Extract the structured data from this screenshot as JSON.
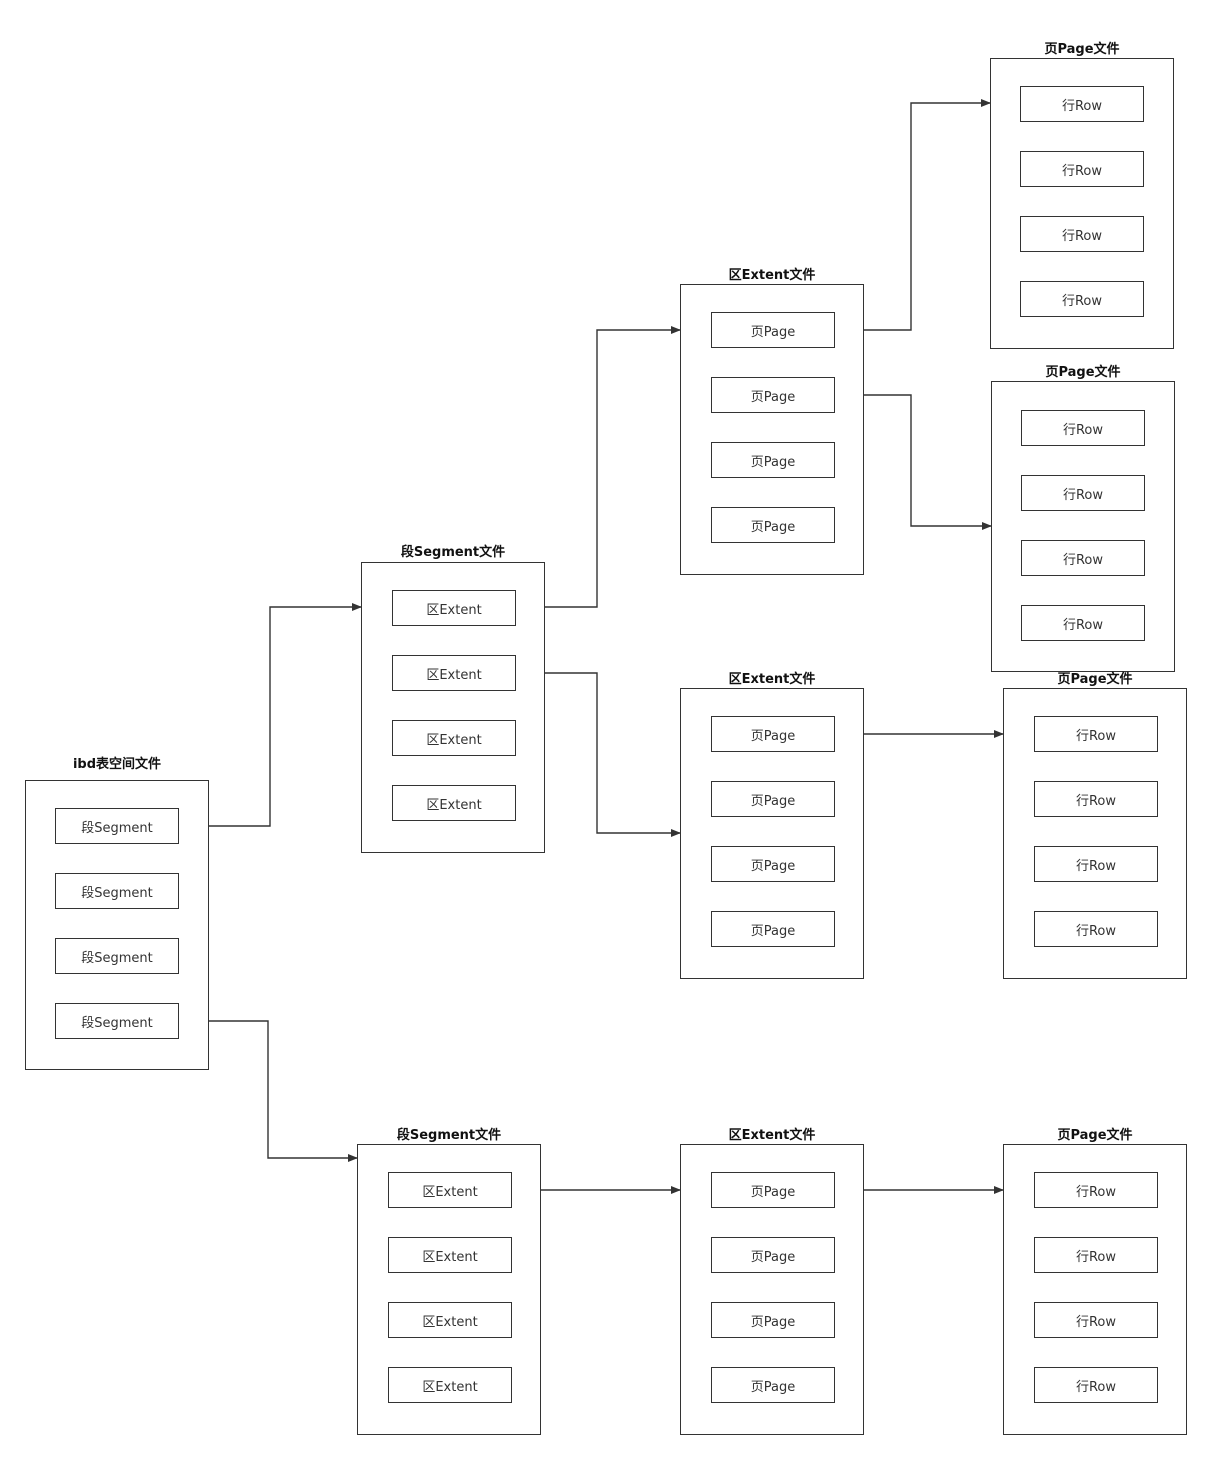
{
  "diagram": {
    "colors": {
      "stroke": "#333333",
      "text": "#333333",
      "title": "#111111",
      "background": "#ffffff"
    },
    "tablespace": {
      "title": "ibd表空间文件",
      "items": [
        "段Segment",
        "段Segment",
        "段Segment",
        "段Segment"
      ]
    },
    "segment_top": {
      "title": "段Segment文件",
      "items": [
        "区Extent",
        "区Extent",
        "区Extent",
        "区Extent"
      ]
    },
    "segment_bottom": {
      "title": "段Segment文件",
      "items": [
        "区Extent",
        "区Extent",
        "区Extent",
        "区Extent"
      ]
    },
    "extent_top": {
      "title": "区Extent文件",
      "items": [
        "页Page",
        "页Page",
        "页Page",
        "页Page"
      ]
    },
    "extent_middle": {
      "title": "区Extent文件",
      "items": [
        "页Page",
        "页Page",
        "页Page",
        "页Page"
      ]
    },
    "extent_bottom": {
      "title": "区Extent文件",
      "items": [
        "页Page",
        "页Page",
        "页Page",
        "页Page"
      ]
    },
    "page_1": {
      "title": "页Page文件",
      "items": [
        "行Row",
        "行Row",
        "行Row",
        "行Row"
      ]
    },
    "page_2": {
      "title": "页Page文件",
      "items": [
        "行Row",
        "行Row",
        "行Row",
        "行Row"
      ]
    },
    "page_3": {
      "title": "页Page文件",
      "items": [
        "行Row",
        "行Row",
        "行Row",
        "行Row"
      ]
    },
    "page_4": {
      "title": "页Page文件",
      "items": [
        "行Row",
        "行Row",
        "行Row",
        "行Row"
      ]
    }
  }
}
